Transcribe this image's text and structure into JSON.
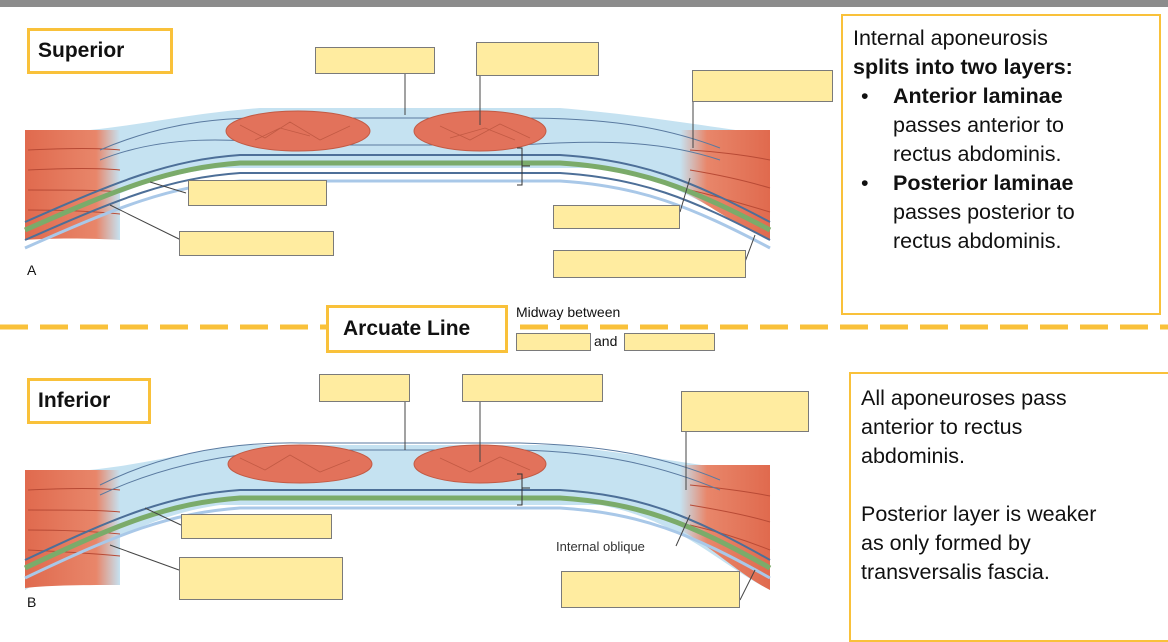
{
  "superior": {
    "tag": "Superior",
    "panel_letter": "A",
    "note_line1": "Internal aponeurosis",
    "note_line2": "splits into two layers:",
    "bullets": [
      {
        "bold": "Anterior laminae",
        "lines": [
          "passes anterior to",
          "rectus abdominis."
        ]
      },
      {
        "bold": "Posterior laminae",
        "lines": [
          "passes posterior to",
          "rectus abdominis."
        ]
      }
    ]
  },
  "arcuate": {
    "tag": "Arcuate Line",
    "midway": "Midway between",
    "and_word": "and"
  },
  "inferior": {
    "tag": "Inferior",
    "panel_letter": "B",
    "label_internal_oblique": "Internal oblique",
    "note_lines": [
      "All aponeuroses pass",
      "anterior to rectus",
      "abdominis.",
      "",
      "Posterior layer is weaker",
      "as only formed by",
      "transversalis fascia."
    ]
  },
  "colors": {
    "accent": "#f9c13a",
    "blank_label": "#ffeca0",
    "muscle": "#e2725b",
    "aponeurosis": "#c5e2f1",
    "fascia_green": "#7bab6a"
  }
}
